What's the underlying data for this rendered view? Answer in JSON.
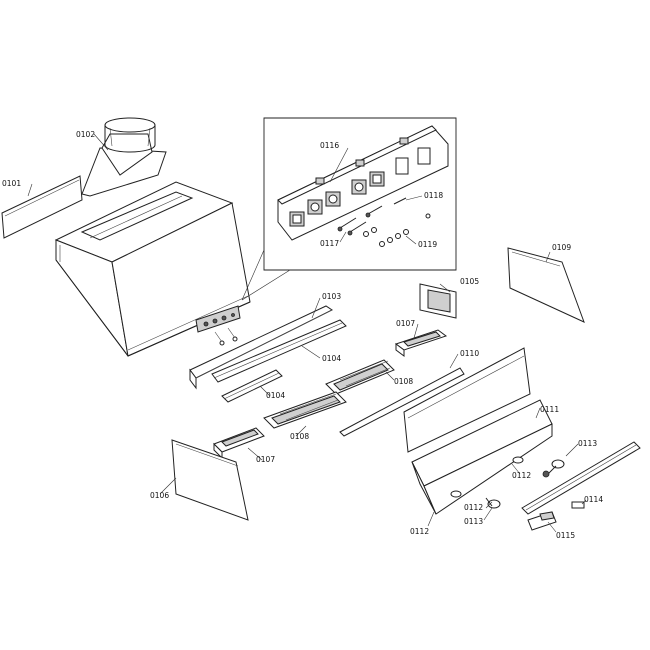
{
  "parts": {
    "p0101": "0101",
    "p0102": "0102",
    "p0103": "0103",
    "p0104a": "0104",
    "p0104b": "0104",
    "p0105": "0105",
    "p0106": "0106",
    "p0107a": "0107",
    "p0107b": "0107",
    "p0108a": "0108",
    "p0108b": "0108",
    "p0109": "0109",
    "p0110": "0110",
    "p0111": "0111",
    "p0112a": "0112",
    "p0112b": "0112",
    "p0112c": "0112",
    "p0113a": "0113",
    "p0113b": "0113",
    "p0114": "0114",
    "p0115": "0115",
    "p0116": "0116",
    "p0117": "0117",
    "p0118": "0118",
    "p0119": "0119"
  }
}
